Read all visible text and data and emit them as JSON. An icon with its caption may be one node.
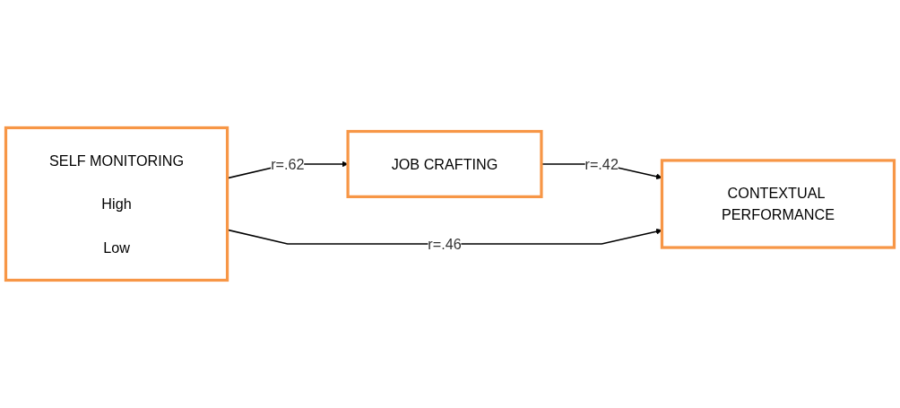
{
  "diagram": {
    "nodes": [
      {
        "text": [
          "SELF MONITORING",
          "High",
          "Low"
        ]
      },
      {
        "text": [
          "JOB CRAFTING"
        ]
      },
      {
        "text": [
          "CONTEXTUAL PERFORMANCE"
        ]
      }
    ],
    "edges": [
      {
        "from": 0,
        "to": 1,
        "arrow": "to",
        "label": "r=.62"
      },
      {
        "from": 1,
        "to": 2,
        "arrow": "to",
        "label": "r=.42"
      },
      {
        "from": 0,
        "to": 2,
        "arrow": "to",
        "label": "r=.46"
      }
    ]
  }
}
